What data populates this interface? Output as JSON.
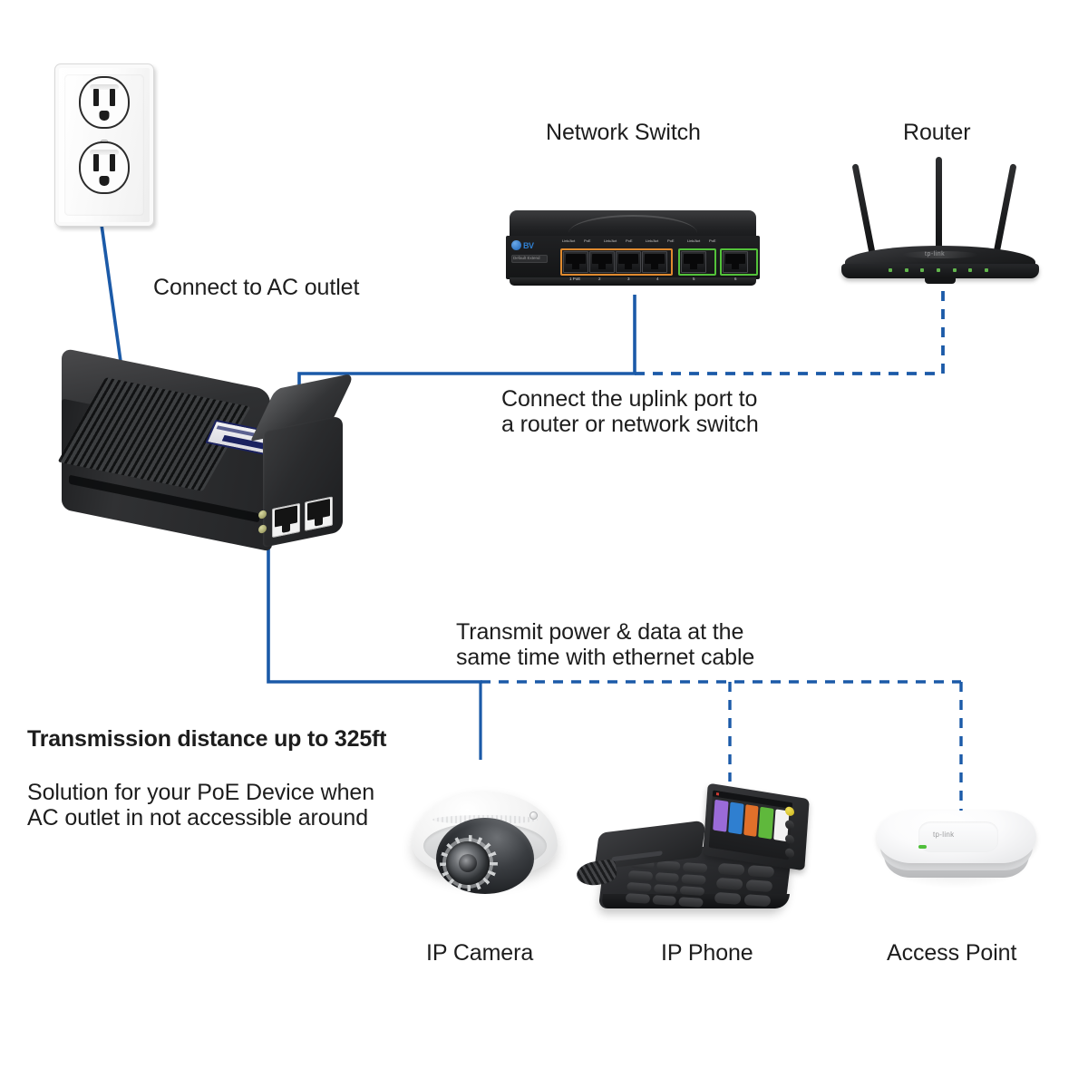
{
  "diagram": {
    "title": "PoE Injector Connection Diagram",
    "accent_color": "#1B5AA8",
    "background": "#FFFFFF"
  },
  "labels": {
    "network_switch": "Network Switch",
    "router": "Router",
    "ac_outlet": "Connect to AC outlet",
    "uplink": "Connect the uplink port to\na router or network switch",
    "transmit": "Transmit power & data at the\nsame time with ethernet cable",
    "distance": "Transmission distance up to 325ft",
    "solution": "Solution for your PoE Device when\nAC outlet in not accessible around",
    "ip_camera": "IP Camera",
    "ip_phone": "IP Phone",
    "access_point": "Access Point"
  },
  "devices": {
    "outlet": {
      "name": "AC wall outlet",
      "socket_count": 2
    },
    "injector": {
      "name": "PoE injector",
      "port_count": 2,
      "led_count": 2
    },
    "switch": {
      "name": "Network switch",
      "brand": "BV",
      "reset_label": "Default Extend",
      "poe_ports": [
        "1 PoE",
        "2",
        "3",
        "4"
      ],
      "uplink_ports": [
        "5",
        "6"
      ],
      "poe_led_labels": [
        "Link/Act",
        "PoE",
        "Link/Act",
        "PoE",
        "Link/Act",
        "PoE",
        "Link/Act",
        "PoE"
      ],
      "uplink_led_labels": [
        "Link/Act",
        "Speed",
        "Link/Act",
        "Speed",
        "PWR"
      ],
      "poe_group_color": "#E08A2E",
      "uplink_group_color": "#53C23A"
    },
    "router": {
      "name": "Router",
      "brand": "tp-link",
      "antenna_count": 3,
      "led_count": 7
    },
    "camera": {
      "name": "IP Camera",
      "type": "dome"
    },
    "phone": {
      "name": "IP Phone",
      "screen_app_colors": [
        "#9A6BD8",
        "#2F7FD0",
        "#E0702A",
        "#5FB83C",
        "#F2F2F2"
      ]
    },
    "access_point": {
      "name": "Access Point",
      "brand": "tp-link",
      "led_color": "#4FBF3A"
    }
  },
  "connections": [
    {
      "id": "outlet-to-injector",
      "from": "outlet",
      "to": "injector",
      "style": "solid",
      "meaning": "AC power"
    },
    {
      "id": "injector-to-switch",
      "from": "injector-lan",
      "to": "switch",
      "style": "solid",
      "meaning": "uplink data"
    },
    {
      "id": "switch-to-router",
      "from": "switch",
      "to": "router",
      "style": "dashed",
      "meaning": "uplink alternative"
    },
    {
      "id": "injector-to-camera",
      "from": "injector-poe",
      "to": "camera",
      "style": "solid",
      "meaning": "power + data"
    },
    {
      "id": "injector-to-phone",
      "from": "injector-poe",
      "to": "phone",
      "style": "dashed",
      "meaning": "power + data"
    },
    {
      "id": "injector-to-ap",
      "from": "injector-poe",
      "to": "access-point",
      "style": "dashed",
      "meaning": "power + data"
    }
  ]
}
